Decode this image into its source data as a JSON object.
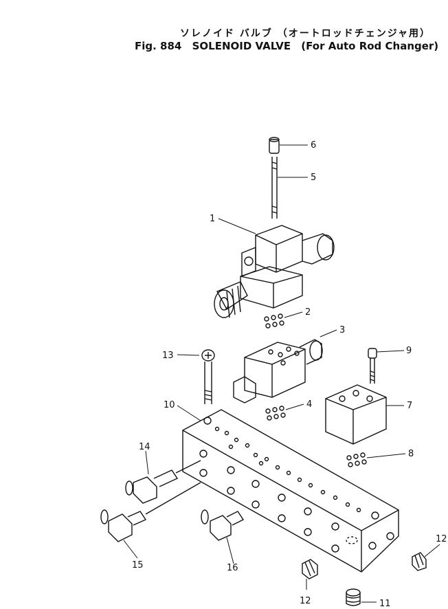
{
  "title": {
    "japanese": "ソレノイド バルブ （オートロッドチェンジャ用）",
    "figure": "Fig. 884",
    "name": "SOLENOID VALVE",
    "subtitle": "(For Auto Rod Changer)"
  },
  "callouts": [
    "1",
    "2",
    "3",
    "4",
    "5",
    "6",
    "7",
    "8",
    "9",
    "10",
    "11",
    "12",
    "12",
    "13",
    "14",
    "15",
    "16"
  ]
}
